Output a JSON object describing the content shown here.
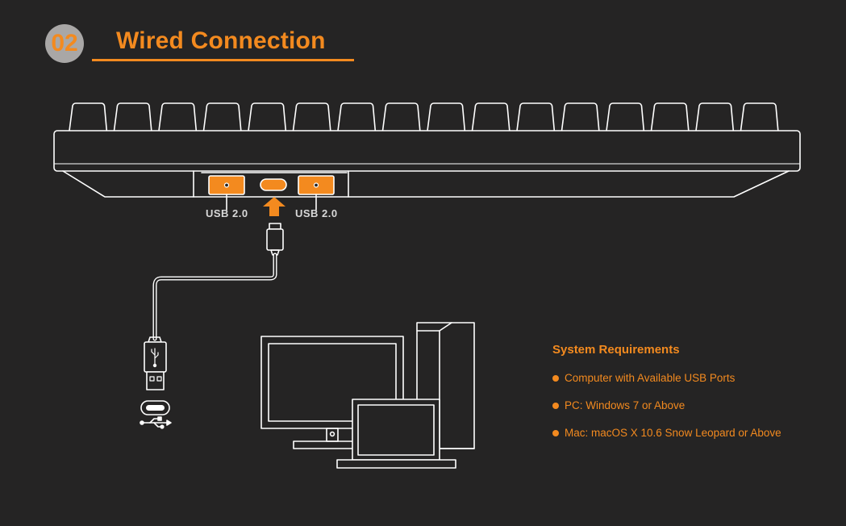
{
  "header": {
    "step_number": "02",
    "title": "Wired Connection"
  },
  "ports": {
    "left_label": "USB 2.0",
    "right_label": "USB 2.0"
  },
  "requirements": {
    "title": "System Requirements",
    "items": [
      "Computer with Available USB Ports",
      "PC: Windows 7 or Above",
      "Mac: macOS X 10.6 Snow Leopard or Above"
    ]
  },
  "colors": {
    "accent": "#f38a1f",
    "background": "#252424",
    "badge": "#a9a7a6",
    "line": "#ffffff"
  },
  "icons": [
    "keyboard-illustration",
    "usb-cable-icon",
    "usb-port-icon",
    "usb-symbol-icon",
    "desktop-monitor-icon",
    "pc-tower-icon",
    "laptop-icon",
    "arrow-up-icon"
  ]
}
